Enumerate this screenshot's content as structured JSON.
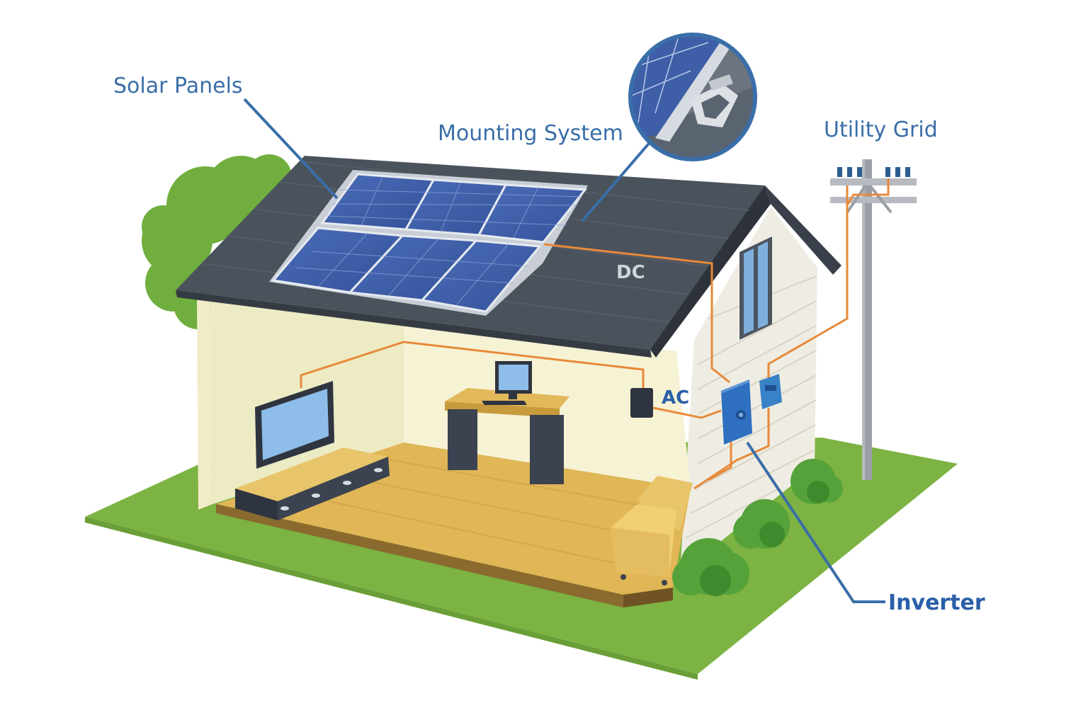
{
  "labels": {
    "solar_panels": "Solar Panels",
    "mounting_system": "Mounting System",
    "utility_grid": "Utility Grid",
    "dc": "DC",
    "ac": "AC",
    "inverter": "Inverter"
  },
  "colors": {
    "callout_blue": "#3a6ea8",
    "wire_orange": "#e8893a",
    "roof": "#4a525c",
    "lawn": "#7cb342",
    "wall": "#f6f2d4",
    "panel_blue": "#3e5ea8"
  }
}
